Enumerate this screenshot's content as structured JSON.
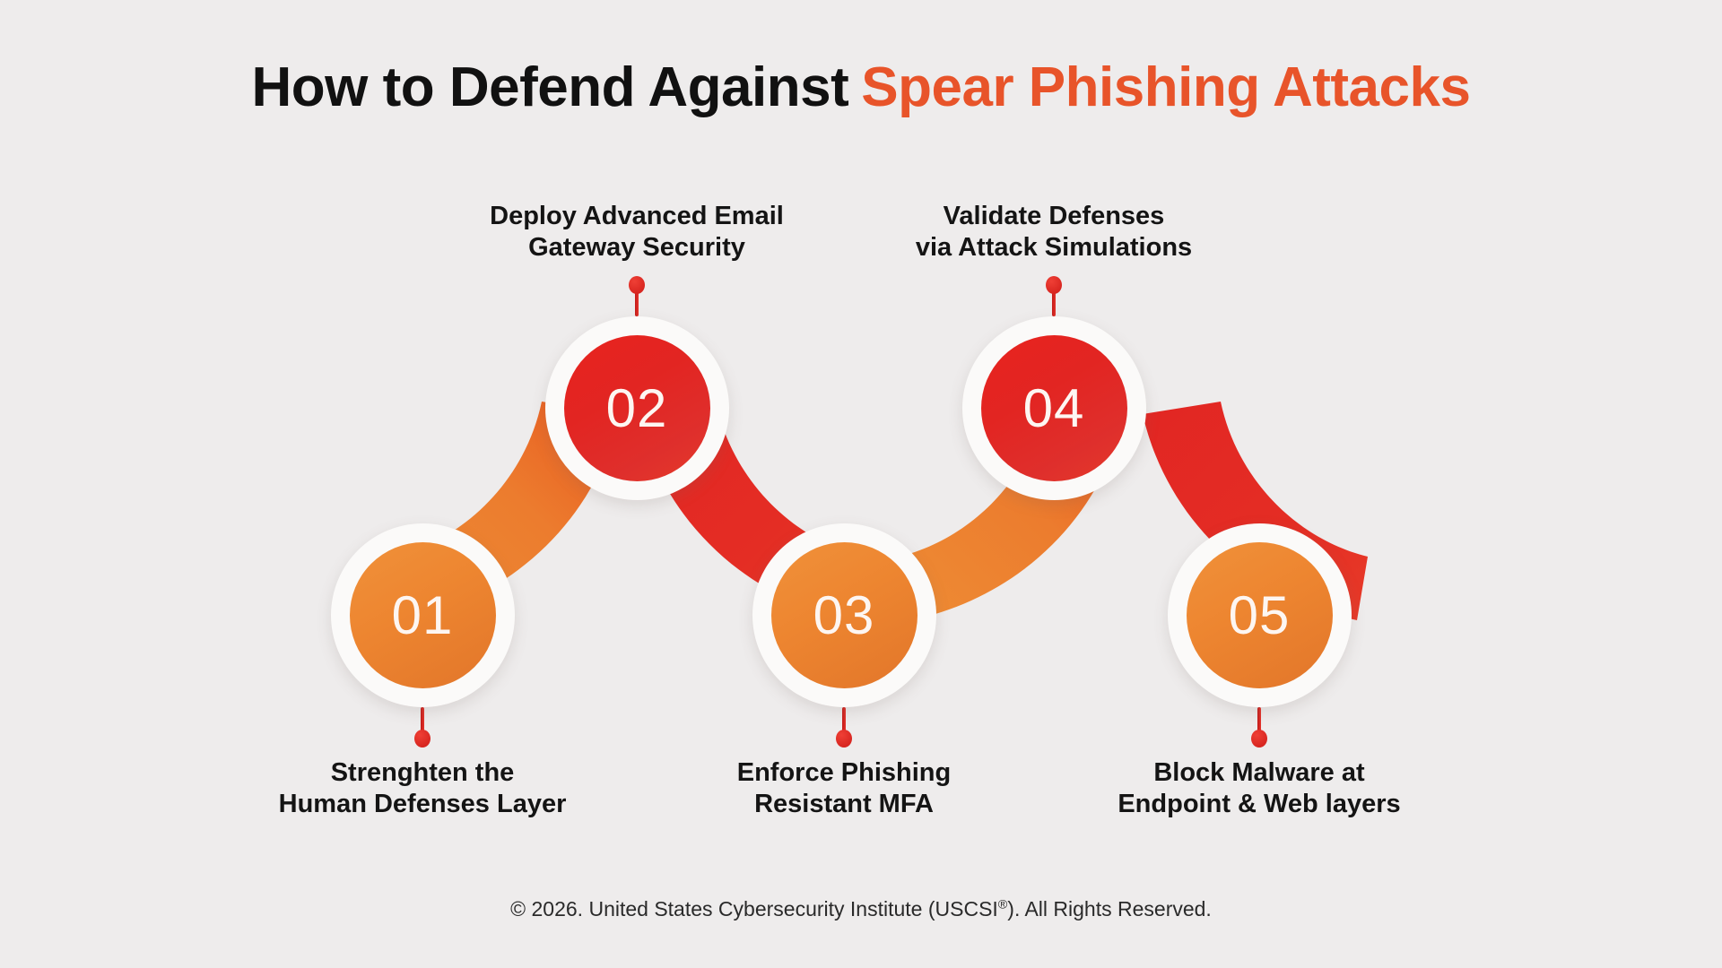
{
  "title": {
    "lead": "How to Defend Against",
    "accent": "Spear Phishing Attacks",
    "accent_color": "#E8542A",
    "dark_color": "#111111"
  },
  "diagram": {
    "type": "zigzag-process",
    "background_color": "#EEECEC",
    "node_colors": {
      "orange": "#ED8530",
      "red": "#E2251F",
      "ring": "#FBFAF9",
      "pin": "#D61F1B",
      "number_text": "#FDF6F2"
    },
    "steps": [
      {
        "number": "01",
        "color": "orange",
        "position": "bottom",
        "label_position": "below",
        "label_line1": "Strenghten the",
        "label_line2": "Human Defenses Layer"
      },
      {
        "number": "02",
        "color": "red",
        "position": "top",
        "label_position": "above",
        "label_line1": "Deploy Advanced Email",
        "label_line2": "Gateway Security"
      },
      {
        "number": "03",
        "color": "orange",
        "position": "bottom",
        "label_position": "below",
        "label_line1": "Enforce Phishing",
        "label_line2": "Resistant MFA"
      },
      {
        "number": "04",
        "color": "red",
        "position": "top",
        "label_position": "above",
        "label_line1": "Validate Defenses",
        "label_line2": "via Attack Simulations"
      },
      {
        "number": "05",
        "color": "orange",
        "position": "bottom",
        "label_position": "below",
        "label_line1": "Block Malware at",
        "label_line2": "Endpoint & Web layers"
      }
    ]
  },
  "footer": {
    "text_before": "© 2026. United States Cybersecurity Institute (USCSI",
    "registered_mark": "®",
    "text_after": "). All Rights Reserved."
  }
}
